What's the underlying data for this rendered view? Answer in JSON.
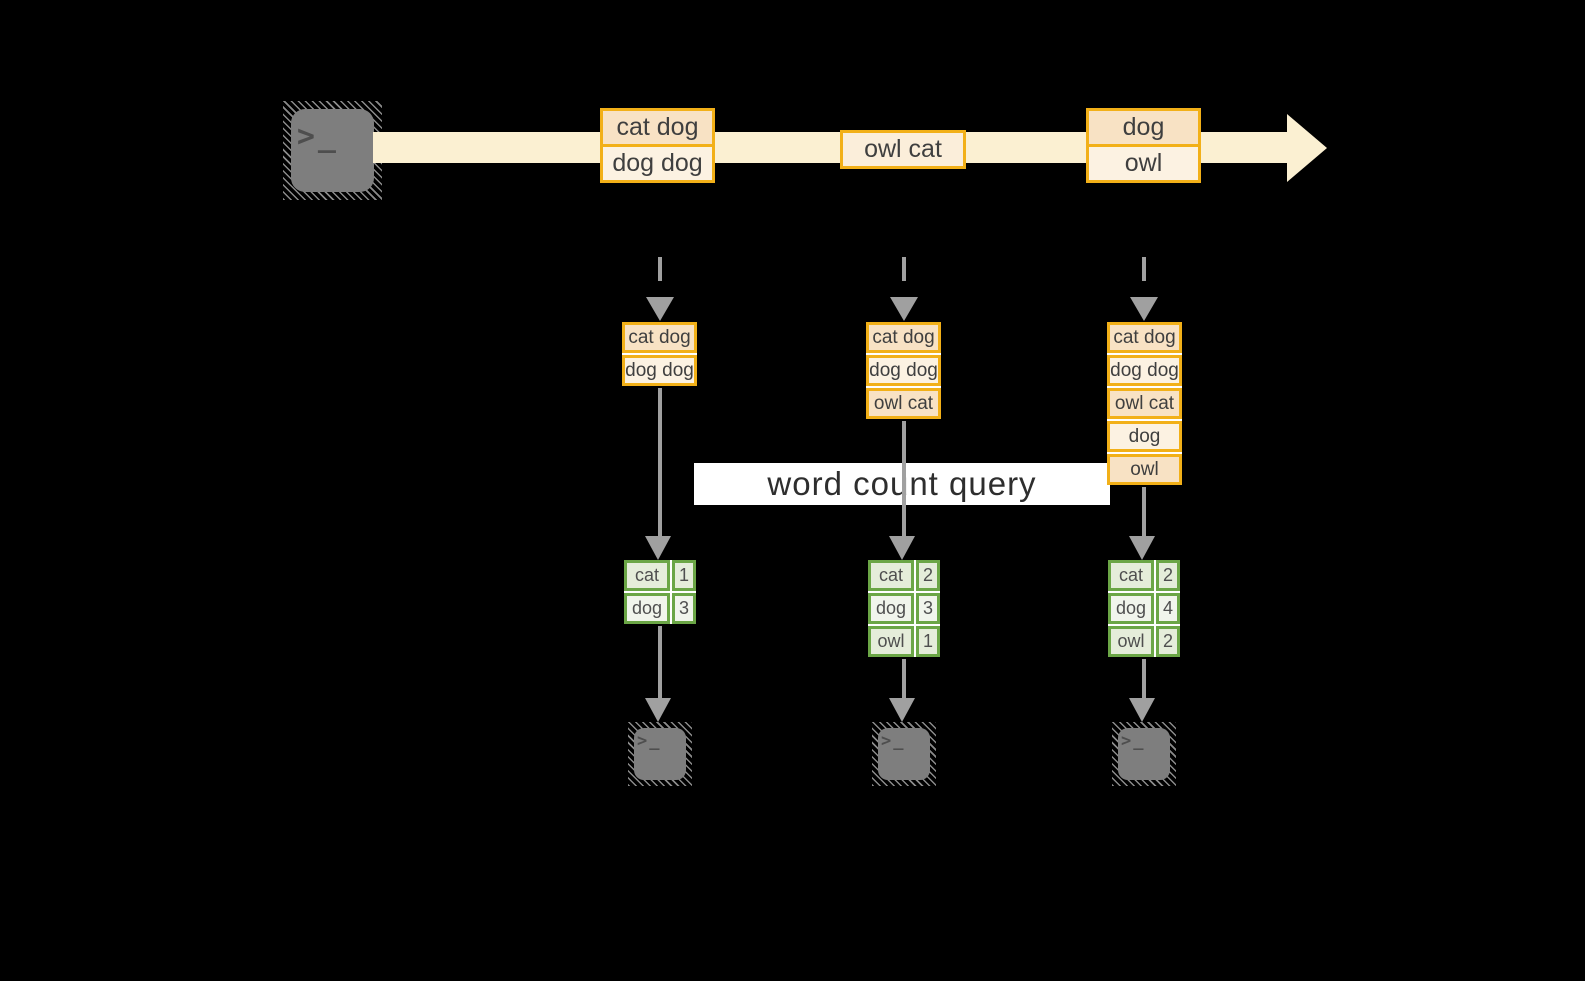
{
  "query": {
    "label": "word count query"
  },
  "icons": {
    "terminal_glyph": ">_"
  },
  "stream": {
    "boxes": [
      {
        "rows": [
          "cat dog",
          "dog dog"
        ]
      },
      {
        "rows": [
          "owl cat"
        ]
      },
      {
        "rows": [
          "dog",
          "owl"
        ]
      }
    ]
  },
  "pipelines": [
    {
      "batch": [
        "cat dog",
        "dog dog"
      ],
      "counts": [
        {
          "word": "cat",
          "count": "1"
        },
        {
          "word": "dog",
          "count": "3"
        }
      ]
    },
    {
      "batch": [
        "cat dog",
        "dog dog",
        "owl cat"
      ],
      "counts": [
        {
          "word": "cat",
          "count": "2"
        },
        {
          "word": "dog",
          "count": "3"
        },
        {
          "word": "owl",
          "count": "1"
        }
      ]
    },
    {
      "batch": [
        "cat dog",
        "dog dog",
        "owl cat",
        "dog",
        "owl"
      ],
      "counts": [
        {
          "word": "cat",
          "count": "2"
        },
        {
          "word": "dog",
          "count": "4"
        },
        {
          "word": "owl",
          "count": "2"
        }
      ]
    }
  ],
  "colors": {
    "background": "#000000",
    "stream_band": "#fbf0d2",
    "record_border": "#f2b018",
    "record_fill_peach": "#f8e2c4",
    "record_fill_cream": "#fcf2e2",
    "table_border": "#6ba646",
    "table_fill": "#e5edda",
    "table_fill_alt": "#f1f5ec",
    "arrow_gray": "#a0a0a0",
    "terminal_gray": "#7e7e7e",
    "query_background": "#ffffff"
  }
}
